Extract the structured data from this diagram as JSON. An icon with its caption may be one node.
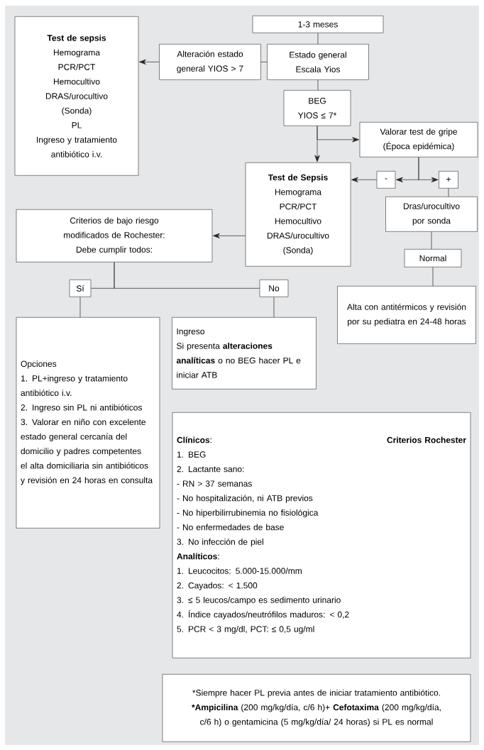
{
  "diagram": {
    "nodes": [
      {
        "text": [
          "Test de sepsis",
          "Hemograma",
          "PCR/PCT",
          "Hemocultivo",
          "DRAS/urocultivo",
          "(Sonda)",
          "PL",
          "Ingreso y tratamiento antibiótico i.v."
        ]
      },
      {
        "text": [
          "1-3 meses"
        ]
      },
      {
        "text": [
          "Alteración estado general YIOS > 7"
        ]
      },
      {
        "text": [
          "Estado general Escala Yios"
        ]
      },
      {
        "text": [
          "BEG",
          "YIOS ≤ 7*"
        ]
      },
      {
        "text": [
          "Valorar test de gripe (Época epidémica)"
        ]
      },
      {
        "text": [
          "Test de Sepsis",
          "Hemograma",
          "PCR/PCT",
          "Hemocultivo",
          "DRAS/urocultivo",
          "(Sonda)"
        ]
      },
      {
        "text": [
          "-"
        ]
      },
      {
        "text": [
          "+"
        ]
      },
      {
        "text": [
          "Dras/urocultivo por sonda"
        ]
      },
      {
        "text": [
          "Criterios de bajo riesgo modificados de Rochester:",
          "Debe cumplir todos:"
        ]
      },
      {
        "text": [
          "Normal"
        ]
      },
      {
        "text": [
          "Sí"
        ]
      },
      {
        "text": [
          "No"
        ]
      },
      {
        "text": [
          "Alta con antitérmicos y revisión por su pediatra en 24-48 horas"
        ]
      },
      {
        "text": [
          "Opciones",
          "1. PL+ingreso y tratamiento antibiótico i.v.",
          "2. Ingreso sin PL ni antibióticos",
          "3. Valorar en niño con excelente estado general cercanía del domicilio y padres competentes",
          "el alta domiciliaria sin antibióticos y revisión en 24 horas en consulta"
        ]
      },
      {
        "text": [
          "Ingreso",
          "Si presenta **alteraciones analíticas** o no BEG hacer PL e iniciar ATB"
        ]
      },
      {
        "text": [
          "**Clínicos**:",
          "Criterios Rochester",
          "1. BEG",
          "2. Lactante sano:",
          "- RN > 37 semanas",
          "- No hospitalización, ni ATB previos",
          "- No hiperbilirrubinemia no fisiológica",
          "- No enfermedades de base",
          "3. No infección de piel",
          "**Analíticos**:",
          "1. Leucocitos: 5.000-15.000/mm",
          "2. Cayados: < 1.500",
          "3. ≤ 5 leucos/campo es sedimento urinario",
          "4. Índice cayados/neutrófilos maduros: < 0,2",
          "5. PCR < 3 mg/dl, PCT: ≤ 0,5 ug/ml"
        ]
      },
      {
        "text": [
          "*Siempre hacer PL previa antes de iniciar tratamiento antibiótico.",
          "***Ampicilina** (200 mg/kg/día, c/6 h)+ **Cefotaxima** (200 mg/kg/día, c/6 h) o gentamicina (5 mg/kg/día/ 24 horas) si PL es normal"
        ]
      }
    ],
    "edges": [
      {
        "from": 1,
        "to": 3,
        "arrow": "none"
      },
      {
        "from": 3,
        "to": 2,
        "arrow": "none"
      },
      {
        "from": 2,
        "to": 0,
        "arrow": "to"
      },
      {
        "from": 3,
        "to": 4,
        "arrow": "none"
      },
      {
        "from": 4,
        "to": 6,
        "arrow": "to"
      },
      {
        "from": 4,
        "to": 5,
        "arrow": "to"
      },
      {
        "from": 5,
        "to": 7,
        "arrow": "to"
      },
      {
        "from": 5,
        "to": 8,
        "arrow": "to"
      },
      {
        "from": 7,
        "to": 6,
        "arrow": "to"
      },
      {
        "from": 8,
        "to": 9,
        "arrow": "none"
      },
      {
        "from": 9,
        "to": 11,
        "arrow": "none"
      },
      {
        "from": 11,
        "to": 14,
        "arrow": "none"
      },
      {
        "from": 6,
        "to": 10,
        "arrow": "to"
      },
      {
        "from": 10,
        "to": 12,
        "arrow": "none"
      },
      {
        "from": 10,
        "to": 13,
        "arrow": "none"
      },
      {
        "from": 12,
        "to": 15,
        "arrow": "none"
      },
      {
        "from": 13,
        "to": 16,
        "arrow": "none"
      }
    ]
  }
}
